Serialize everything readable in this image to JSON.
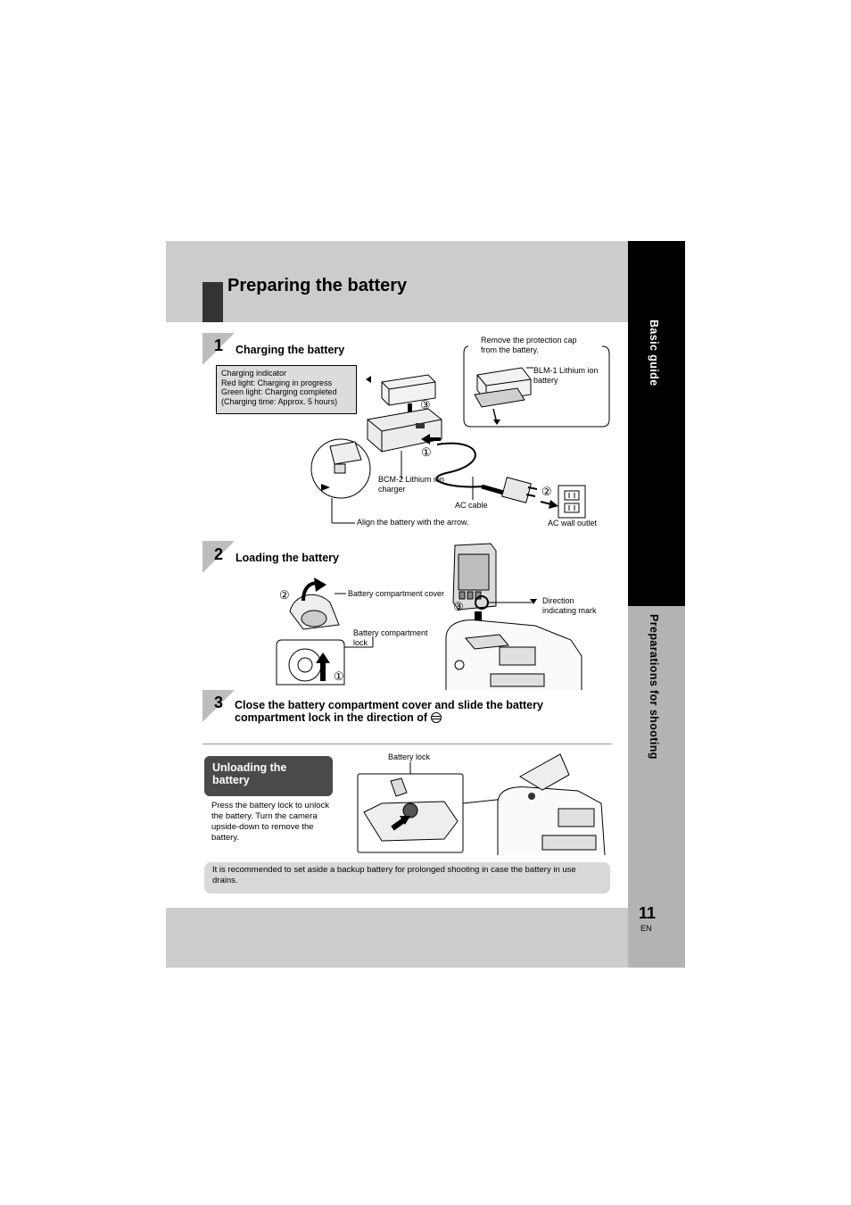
{
  "page": {
    "title": "Preparing the battery",
    "side_tab_top": "Basic guide",
    "side_tab_bottom": "Preparations for shooting",
    "page_number": "11",
    "language": "EN"
  },
  "step1": {
    "number": "1",
    "heading": "Charging the battery",
    "indicator_lines": [
      "Charging indicator",
      "Red light: Charging in progress",
      "Green light: Charging completed",
      "(Charging time: Approx. 5 hours)"
    ],
    "protection_cap_lines": [
      "Remove the protection cap",
      "from the battery."
    ],
    "battery_label_lines": [
      "BLM-1 Lithium ion",
      "battery"
    ],
    "charger_label_lines": [
      "BCM-2 Lithium ion",
      "charger"
    ],
    "ac_cable": "AC cable",
    "ac_wall_outlet": "AC wall outlet",
    "align_label": "Align the battery with the arrow.",
    "callouts": [
      "①",
      "②",
      "③"
    ]
  },
  "step2": {
    "number": "2",
    "heading": "Loading the battery",
    "cover_label": "Battery compartment cover",
    "lock_label_lines": [
      "Battery compartment",
      "lock"
    ],
    "direction_label_lines": [
      "Direction",
      "indicating mark"
    ],
    "callouts": [
      "①",
      "②",
      "③"
    ]
  },
  "step3": {
    "number": "3",
    "heading_lines": [
      "Close the battery compartment cover and slide the battery",
      "compartment lock in the direction of"
    ]
  },
  "unloading": {
    "heading_lines": [
      "Unloading the",
      "battery"
    ],
    "battery_lock_label": "Battery lock",
    "body_lines": [
      "Press the battery lock to unlock",
      "the battery. Turn the camera",
      "upside-down to remove the",
      "battery."
    ]
  },
  "note": {
    "lines": [
      "It is recommended to set aside a backup battery for prolonged shooting in case the battery in use",
      "drains."
    ]
  }
}
